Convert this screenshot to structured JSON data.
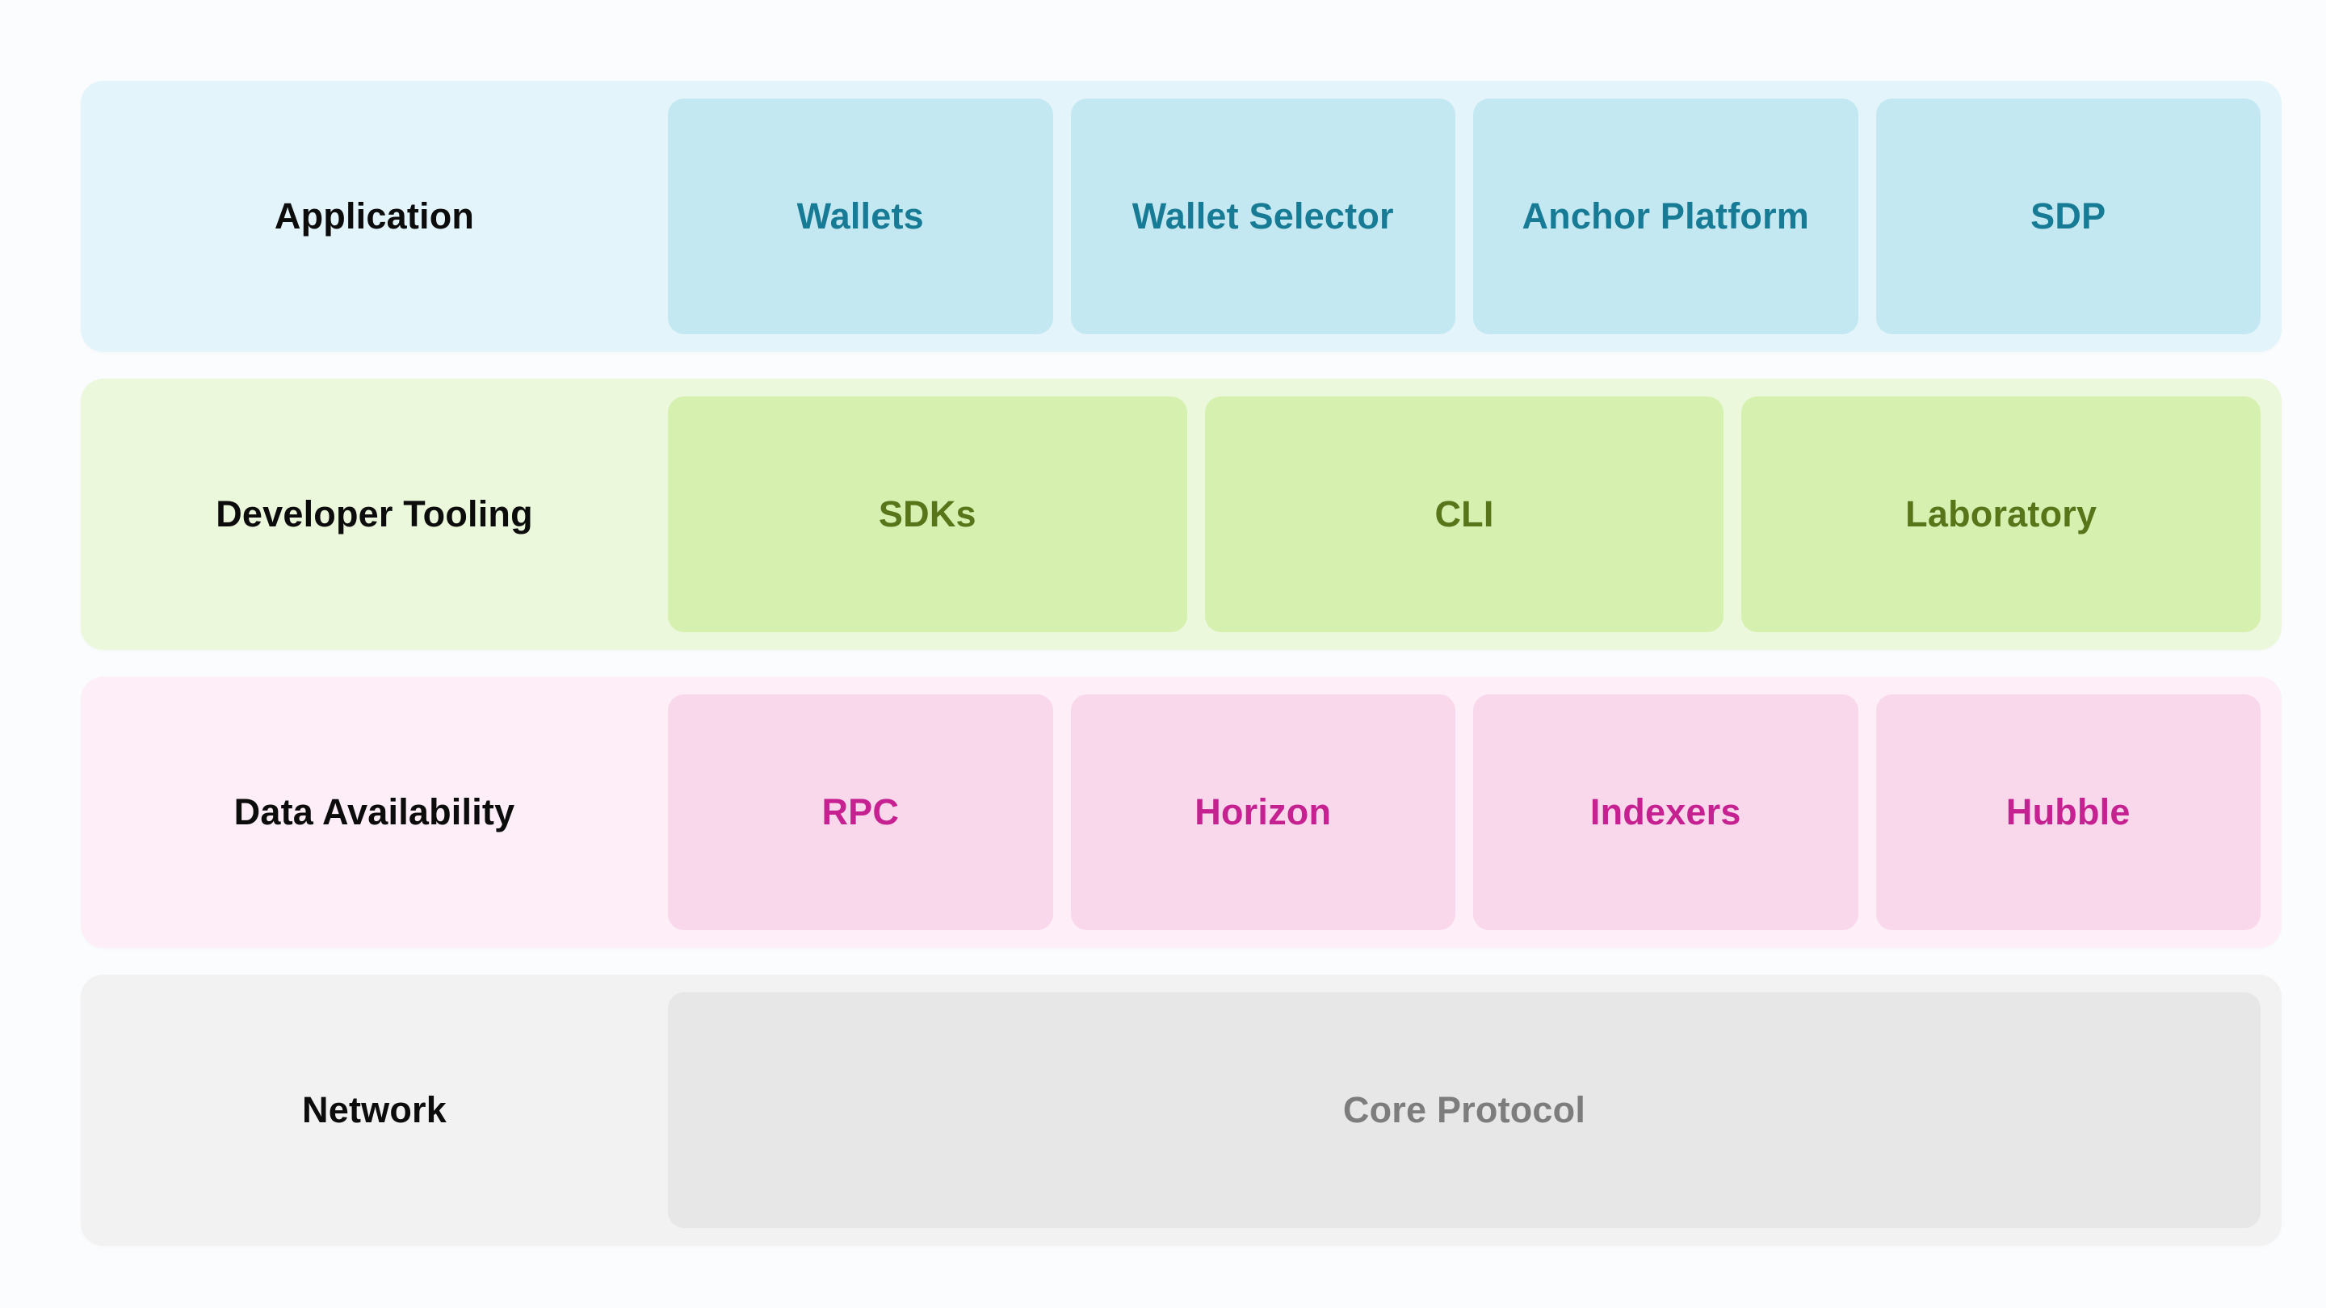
{
  "diagram": {
    "background_color": "#fbfcfd",
    "rows": [
      {
        "label": "Application",
        "colors": {
          "container": "#e3f5fb",
          "card": "#c4e8f1",
          "card_text": "#177b95"
        },
        "cards": [
          {
            "label": "Wallets"
          },
          {
            "label": "Wallet Selector"
          },
          {
            "label": "Anchor Platform"
          },
          {
            "label": "SDP"
          }
        ]
      },
      {
        "label": "Developer Tooling",
        "colors": {
          "container": "#ebf8dc",
          "card": "#d6f0b0",
          "card_text": "#587619"
        },
        "cards": [
          {
            "label": "SDKs"
          },
          {
            "label": "CLI"
          },
          {
            "label": "Laboratory"
          }
        ]
      },
      {
        "label": "Data Availability",
        "colors": {
          "container": "#fdeef7",
          "card": "#f9d8ec",
          "card_text": "#c62190"
        },
        "cards": [
          {
            "label": "RPC"
          },
          {
            "label": "Horizon"
          },
          {
            "label": "Indexers"
          },
          {
            "label": "Hubble"
          }
        ]
      },
      {
        "label": "Network",
        "colors": {
          "container": "#f2f2f3",
          "card": "#e7e7e8",
          "card_text": "#7d7d7d"
        },
        "cards": [
          {
            "label": "Core Protocol"
          }
        ]
      }
    ]
  }
}
